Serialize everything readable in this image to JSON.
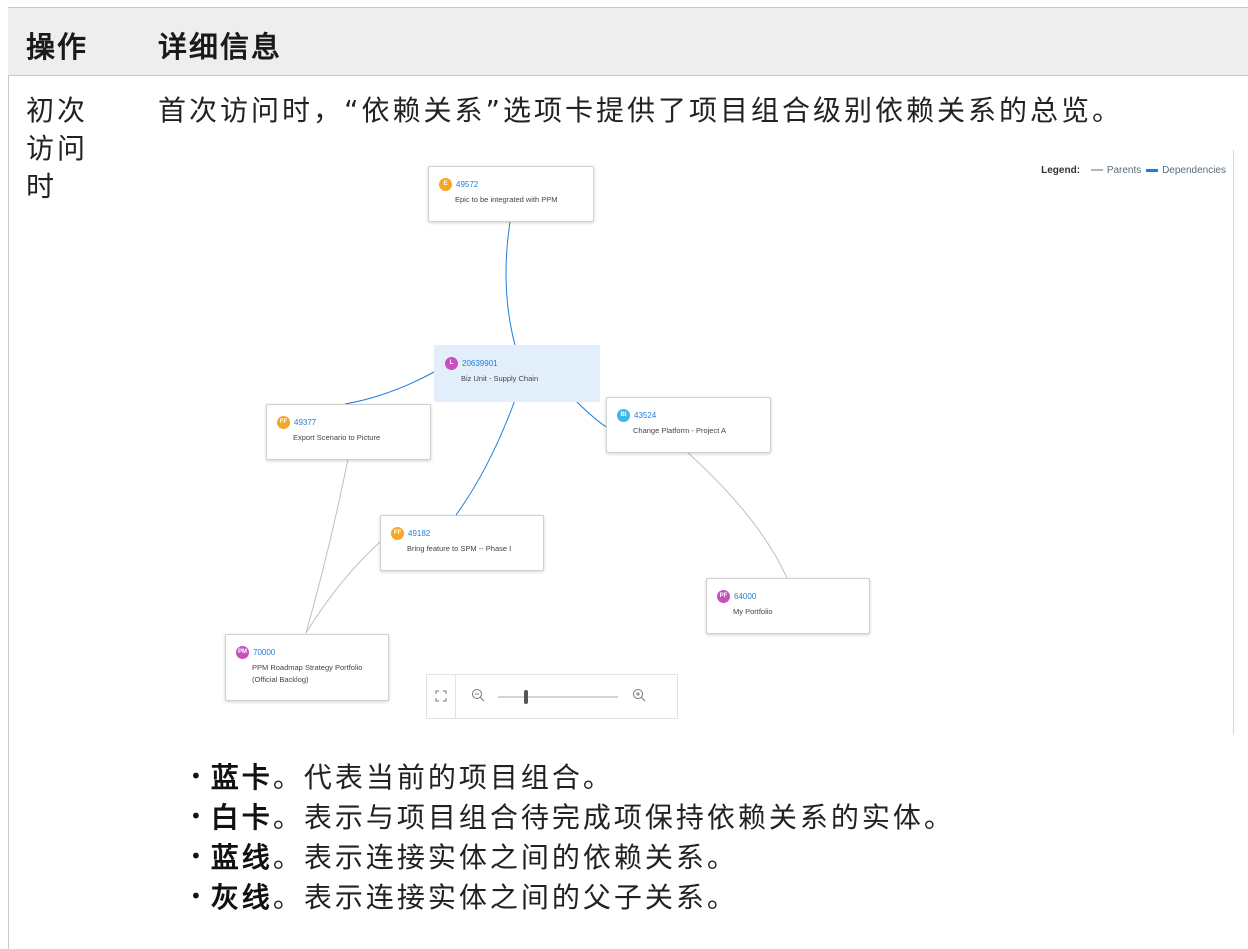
{
  "table": {
    "headers": {
      "action": "操作",
      "detail": "详细信息"
    },
    "action_cell": "初次访问时",
    "intro": "首次访问时，“依赖关系”选项卡提供了项目组合级别依赖关系的总览。"
  },
  "graph": {
    "legend": {
      "title": "Legend:",
      "parents": "Parents",
      "dependencies": "Dependencies",
      "parents_color": "#b5b5b5",
      "dependencies_color": "#1f7ddc"
    },
    "cards": [
      {
        "badge": "E",
        "badge_color": "#f5a623",
        "id": "49572",
        "name": "Epic to be integrated with PPM",
        "current": false
      },
      {
        "badge": "L",
        "badge_color": "#c84fc0",
        "id": "20639901",
        "name": "Biz Unit - Supply Chain",
        "current": true
      },
      {
        "badge": "FF",
        "badge_color": "#f5a623",
        "id": "49377",
        "name": "Export Scenario to Picture",
        "current": false
      },
      {
        "badge": "BI",
        "badge_color": "#3fb7e8",
        "id": "43524",
        "name": "Change Platform - Project A",
        "current": false
      },
      {
        "badge": "FF",
        "badge_color": "#f5a623",
        "id": "49182",
        "name": "Bring feature to SPM  -- Phase I",
        "current": false
      },
      {
        "badge": "PF",
        "badge_color": "#c84fc0",
        "id": "64000",
        "name": "My Portfolio",
        "current": false
      },
      {
        "badge": "PM",
        "badge_color": "#c84fc0",
        "id": "70000",
        "name": "PPM Roadmap Strategy Portfolio (Official Backlog)",
        "current": false
      }
    ],
    "zoom_level": 0.25,
    "icons": [
      "fit-screen-icon",
      "zoom-out-icon",
      "zoom-in-icon"
    ]
  },
  "bullets": [
    {
      "term": "蓝卡",
      "desc": "。代表当前的项目组合。"
    },
    {
      "term": "白卡",
      "desc": "。表示与项目组合待完成项保持依赖关系的实体。"
    },
    {
      "term": "蓝线",
      "desc": "。表示连接实体之间的依赖关系。"
    },
    {
      "term": "灰线",
      "desc": "。表示连接实体之间的父子关系。"
    }
  ]
}
